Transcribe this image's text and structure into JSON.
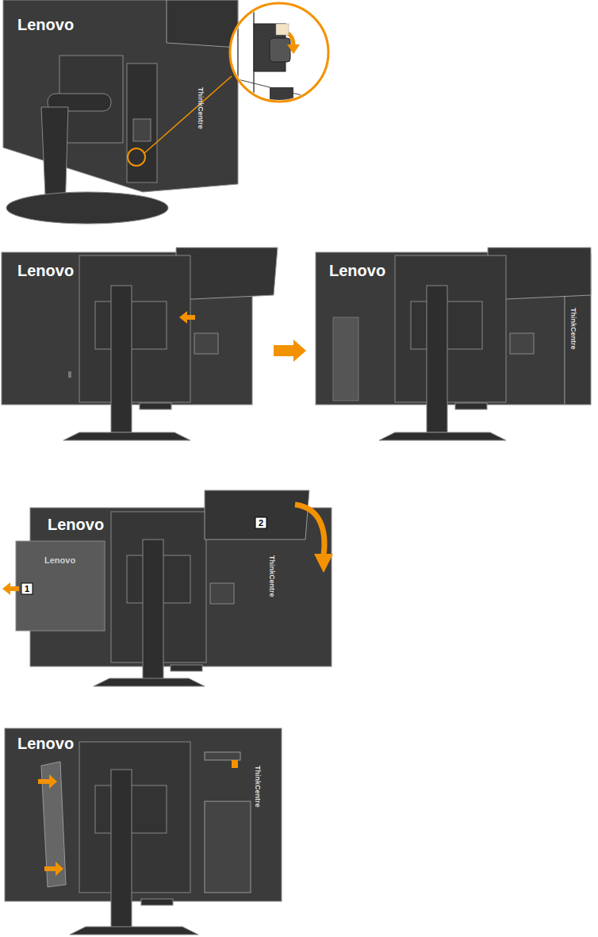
{
  "diagram": {
    "labels": [
      "Lenovo",
      "ThinkCentre",
      "Lenovo",
      "Lenovo",
      "ThinkCentre",
      "Lenovo",
      "1",
      "Lenovo",
      "2",
      "ThinkCentre",
      "Lenovo",
      "ThinkCentre"
    ]
  }
}
